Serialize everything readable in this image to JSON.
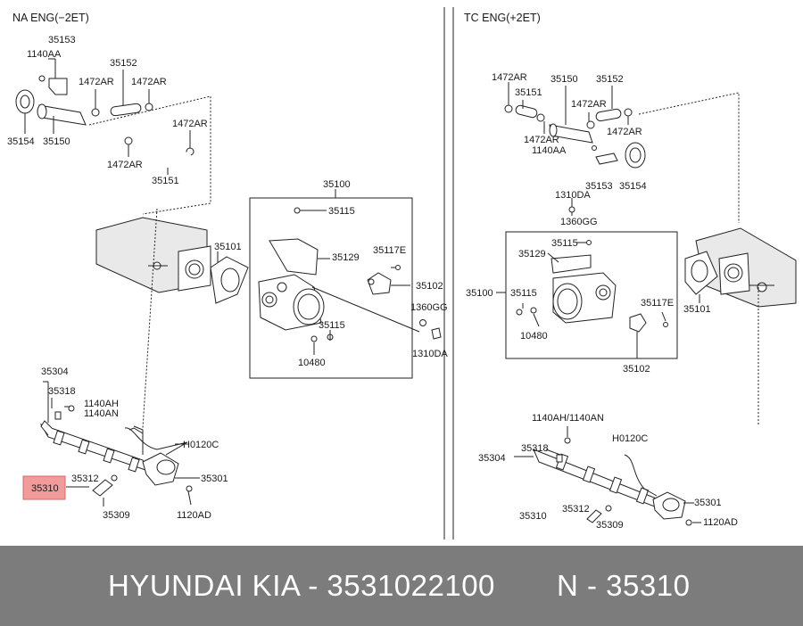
{
  "left_section": {
    "title": "NA  ENG(−2ET)",
    "labels": [
      "35153",
      "1140AA",
      "35152",
      "1472AR",
      "1472AR",
      "1472AR",
      "35154",
      "35150",
      "1472AR",
      "35151",
      "35100",
      "35115",
      "35101",
      "35129",
      "35117E",
      "35102",
      "1360GG",
      "35115",
      "1310DA",
      "10480",
      "35304",
      "35318",
      "1140AH",
      "1140AN",
      "H0120C",
      "35310",
      "35312",
      "35301",
      "35309",
      "1120AD"
    ]
  },
  "right_section": {
    "title": "TC  ENG(+2ET)",
    "labels": [
      "1472AR",
      "35151",
      "35150",
      "35152",
      "1472AR",
      "1472AR",
      "1472AR",
      "1140AA",
      "35153",
      "35154",
      "1310DA",
      "1360GG",
      "35115",
      "35129",
      "35100",
      "35115",
      "35117E",
      "10480",
      "35101",
      "35102",
      "1140AH/1140AN",
      "H0120C",
      "35318",
      "35304",
      "35301",
      "35312",
      "35310",
      "35309",
      "1120AD"
    ]
  },
  "highlight_label": "35310",
  "footer": {
    "brand": "HYUNDAI  KIA - 3531022100",
    "code": "N - 35310"
  }
}
